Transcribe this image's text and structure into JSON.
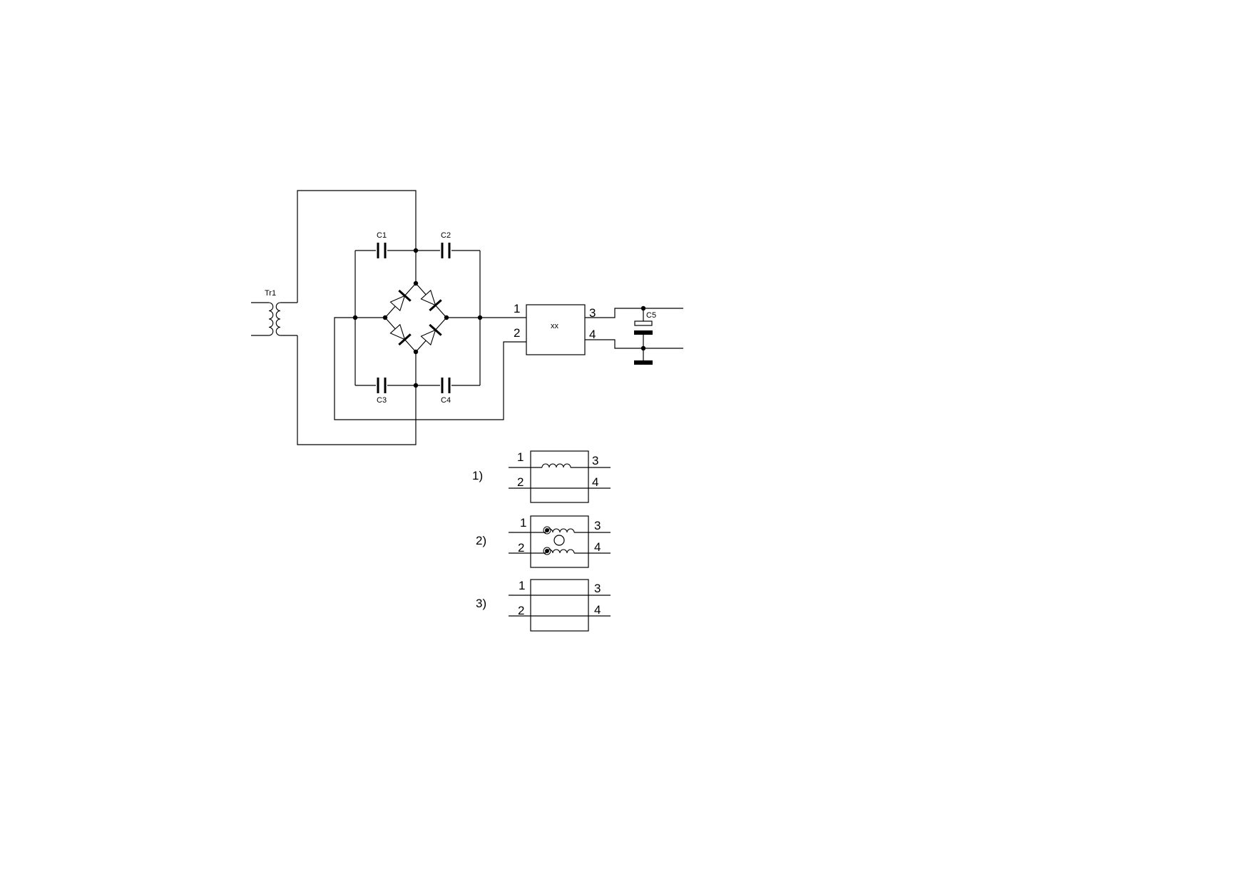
{
  "diagram": {
    "transformer": {
      "label": "Tr1"
    },
    "capacitors": {
      "c1": "C1",
      "c2": "C2",
      "c3": "C3",
      "c4": "C4",
      "c5": "C5"
    },
    "block": {
      "label": "xx"
    },
    "pins": {
      "p1": "1",
      "p2": "2",
      "p3": "3",
      "p4": "4"
    },
    "variants": [
      {
        "label": "1)",
        "pins": [
          "1",
          "2",
          "3",
          "4"
        ]
      },
      {
        "label": "2)",
        "pins": [
          "1",
          "2",
          "3",
          "4"
        ]
      },
      {
        "label": "3)",
        "pins": [
          "1",
          "2",
          "3",
          "4"
        ]
      }
    ]
  }
}
